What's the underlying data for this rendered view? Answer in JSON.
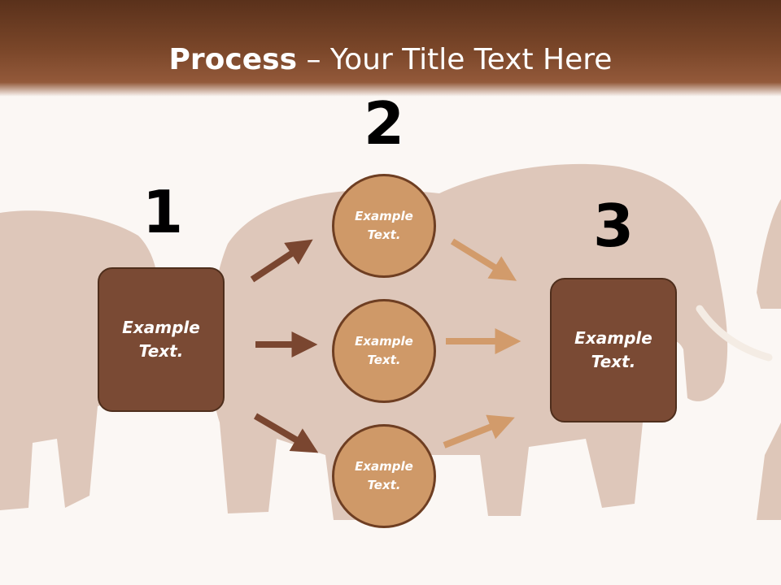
{
  "header": {
    "title_bold": "Process",
    "title_rest": " – Your Title Text Here"
  },
  "steps": {
    "one": "1",
    "two": "2",
    "three": "3"
  },
  "nodes": {
    "left_box": "Example\nText.",
    "right_box": "Example\nText.",
    "circle_top": "Example\nText.",
    "circle_middle": "Example\nText.",
    "circle_bottom": "Example\nText."
  },
  "colors": {
    "header_dark": "#5a311b",
    "box_fill": "#7a4a34",
    "circle_fill": "#cf9968",
    "arrow_dark": "#7a4630",
    "arrow_light": "#d29b6b"
  }
}
